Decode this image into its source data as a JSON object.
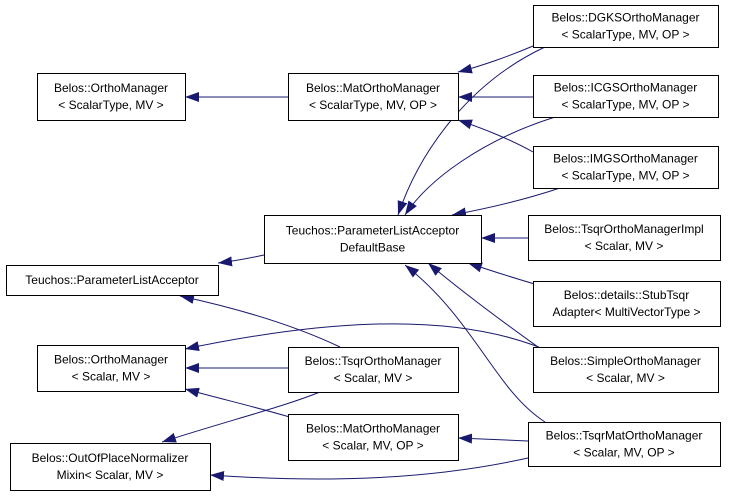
{
  "colors": {
    "edge": "#191970",
    "node_border": "#000000",
    "node_fill": "#ffffff",
    "text": "#000000"
  },
  "nodes": {
    "dgks": {
      "lines": [
        "Belos::DGKSOrthoManager",
        "< ScalarType, MV, OP >"
      ]
    },
    "icgs": {
      "lines": [
        "Belos::ICGSOrthoManager",
        "< ScalarType, MV, OP >"
      ]
    },
    "imgs": {
      "lines": [
        "Belos::IMGSOrthoManager",
        "< ScalarType, MV, OP >"
      ]
    },
    "ortho_st": {
      "lines": [
        "Belos::OrthoManager",
        "< ScalarType, MV >"
      ]
    },
    "matortho_st": {
      "lines": [
        "Belos::MatOrthoManager",
        "< ScalarType, MV, OP >"
      ]
    },
    "plad": {
      "lines": [
        "Teuchos::ParameterListAcceptor",
        "DefaultBase"
      ]
    },
    "tsqr_impl": {
      "lines": [
        "Belos::TsqrOrthoManagerImpl",
        "< Scalar, MV >"
      ]
    },
    "pla": {
      "lines": [
        "Teuchos::ParameterListAcceptor"
      ]
    },
    "stub_tsqr": {
      "lines": [
        "Belos::details::StubTsqr",
        "Adapter< MultiVectorType >"
      ]
    },
    "ortho_s": {
      "lines": [
        "Belos::OrthoManager",
        "< Scalar, MV >"
      ]
    },
    "tsqr_om": {
      "lines": [
        "Belos::TsqrOrthoManager",
        "< Scalar, MV >"
      ]
    },
    "simple": {
      "lines": [
        "Belos::SimpleOrthoManager",
        "< Scalar, MV >"
      ]
    },
    "oop_norm": {
      "lines": [
        "Belos::OutOfPlaceNormalizer",
        "Mixin< Scalar, MV >"
      ]
    },
    "matortho_s": {
      "lines": [
        "Belos::MatOrthoManager",
        "< Scalar, MV, OP >"
      ]
    },
    "tsqr_mat": {
      "lines": [
        "Belos::TsqrMatOrthoManager",
        "< Scalar, MV, OP >"
      ]
    }
  },
  "edges": [
    {
      "from": "dgks",
      "to": "matortho_st"
    },
    {
      "from": "icgs",
      "to": "matortho_st"
    },
    {
      "from": "imgs",
      "to": "matortho_st"
    },
    {
      "from": "matortho_st",
      "to": "ortho_st"
    },
    {
      "from": "dgks",
      "to": "plad"
    },
    {
      "from": "icgs",
      "to": "plad"
    },
    {
      "from": "imgs",
      "to": "plad"
    },
    {
      "from": "tsqr_impl",
      "to": "plad"
    },
    {
      "from": "stub_tsqr",
      "to": "plad"
    },
    {
      "from": "simple",
      "to": "plad"
    },
    {
      "from": "tsqr_mat",
      "to": "plad"
    },
    {
      "from": "plad",
      "to": "pla"
    },
    {
      "from": "tsqr_om",
      "to": "pla"
    },
    {
      "from": "tsqr_om",
      "to": "ortho_s"
    },
    {
      "from": "simple",
      "to": "ortho_s"
    },
    {
      "from": "matortho_s",
      "to": "ortho_s"
    },
    {
      "from": "tsqr_om",
      "to": "oop_norm"
    },
    {
      "from": "tsqr_mat",
      "to": "oop_norm"
    },
    {
      "from": "tsqr_mat",
      "to": "matortho_s"
    }
  ]
}
